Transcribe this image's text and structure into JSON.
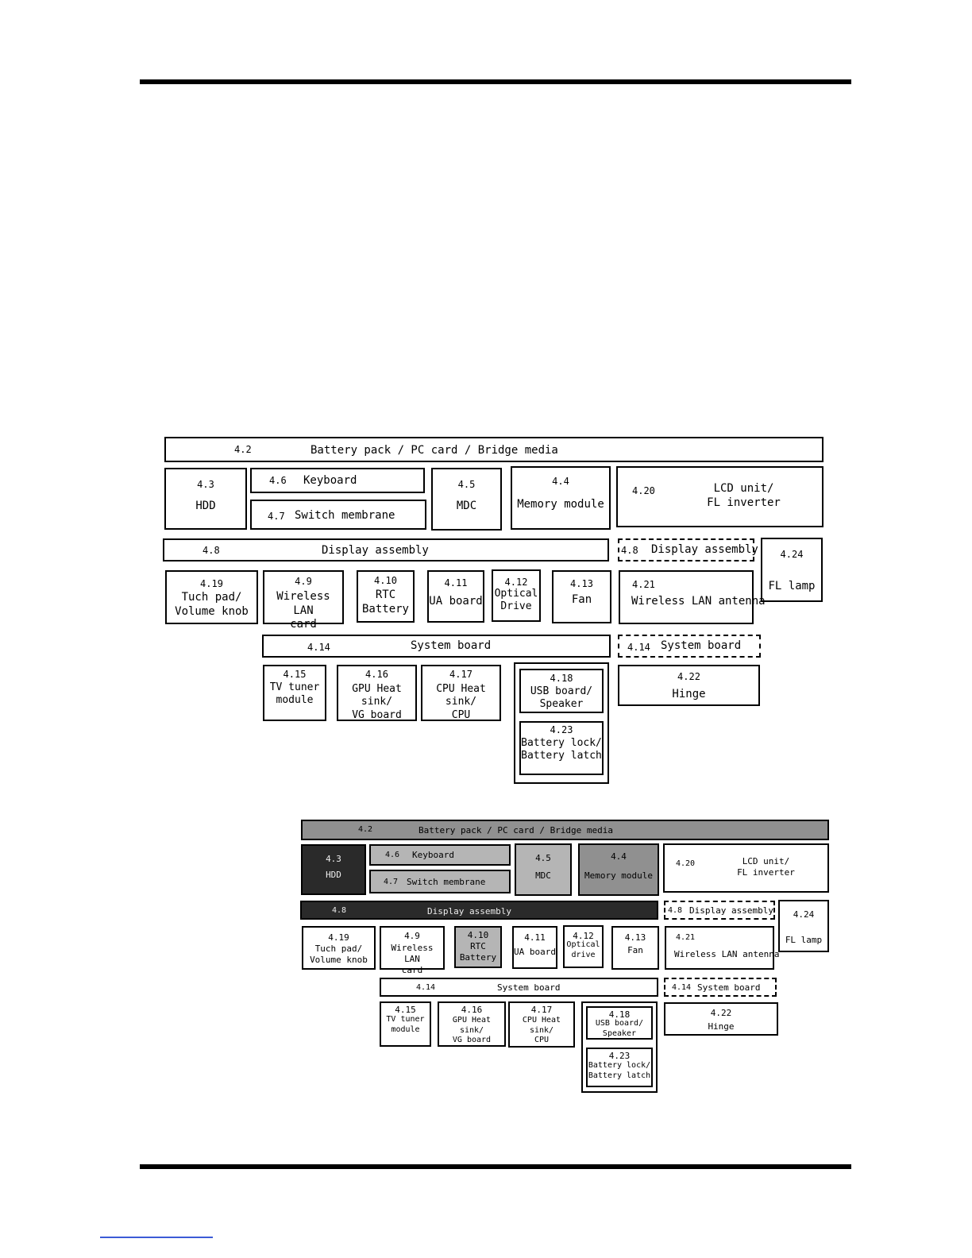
{
  "diagram_1": {
    "battery": {
      "num": "4.2",
      "label": "Battery pack / PC card / Bridge media"
    },
    "hdd": {
      "num": "4.3",
      "label": "HDD"
    },
    "keyboard": {
      "num": "4.6",
      "label": "Keyboard"
    },
    "switch_membrane": {
      "num": "4.7",
      "label": "Switch membrane"
    },
    "mdc": {
      "num": "4.5",
      "label": "MDC"
    },
    "memory": {
      "num": "4.4",
      "label": "Memory module"
    },
    "lcd": {
      "num": "4.20",
      "label": "LCD unit/\nFL inverter"
    },
    "display": {
      "num": "4.8",
      "label": "Display assembly"
    },
    "display_dashed": {
      "num": "4.8",
      "label": "Display assembly"
    },
    "fl_lamp": {
      "num": "4.24",
      "label": "FL lamp"
    },
    "touchpad": {
      "num": "4.19",
      "label": "Tuch pad/\nVolume knob"
    },
    "wlan_card": {
      "num": "4.9",
      "label": "Wireless LAN\ncard"
    },
    "rtc": {
      "num": "4.10",
      "label": "RTC\nBattery"
    },
    "ua_board": {
      "num": "4.11",
      "label": "UA board"
    },
    "optical": {
      "num": "4.12",
      "label": "Optical\nDrive"
    },
    "fan": {
      "num": "4.13",
      "label": "Fan"
    },
    "wlan_antenna": {
      "num": "4.21",
      "label": "Wireless LAN antenna"
    },
    "system_board": {
      "num": "4.14",
      "label": "System board"
    },
    "system_board_dashed": {
      "num": "4.14",
      "label": "System board"
    },
    "tv_tuner": {
      "num": "4.15",
      "label": "TV tuner\nmodule"
    },
    "gpu": {
      "num": "4.16",
      "label": "GPU Heat sink/\nVG board"
    },
    "cpu": {
      "num": "4.17",
      "label": "CPU Heat sink/\nCPU"
    },
    "usb": {
      "num": "4.18",
      "label": "USB board/\nSpeaker"
    },
    "battery_lock": {
      "num": "4.23",
      "label": "Battery lock/\nBattery latch"
    },
    "hinge": {
      "num": "4.22",
      "label": "Hinge"
    }
  },
  "diagram_2": {
    "battery": {
      "num": "4.2",
      "label": "Battery pack / PC card / Bridge media"
    },
    "hdd": {
      "num": "4.3",
      "label": "HDD"
    },
    "keyboard": {
      "num": "4.6",
      "label": "Keyboard"
    },
    "switch_membrane": {
      "num": "4.7",
      "label": "Switch membrane"
    },
    "mdc": {
      "num": "4.5",
      "label": "MDC"
    },
    "memory": {
      "num": "4.4",
      "label": "Memory module"
    },
    "lcd": {
      "num": "4.20",
      "label": "LCD unit/\nFL inverter"
    },
    "display": {
      "num": "4.8",
      "label": "Display assembly"
    },
    "display_dashed": {
      "num": "4.8",
      "label": "Display assembly"
    },
    "fl_lamp": {
      "num": "4.24",
      "label": "FL lamp"
    },
    "touchpad": {
      "num": "4.19",
      "label": "Tuch pad/\nVolume knob"
    },
    "wlan_card": {
      "num": "4.9",
      "label": "Wireless LAN\ncard"
    },
    "rtc": {
      "num": "4.10",
      "label": "RTC\nBattery"
    },
    "ua_board": {
      "num": "4.11",
      "label": "UA board"
    },
    "optical": {
      "num": "4.12",
      "label": "Optical\ndrive"
    },
    "fan": {
      "num": "4.13",
      "label": "Fan"
    },
    "wlan_antenna": {
      "num": "4.21",
      "label": "Wireless LAN antenna"
    },
    "system_board": {
      "num": "4.14",
      "label": "System board"
    },
    "system_board_dashed": {
      "num": "4.14",
      "label": "System board"
    },
    "tv_tuner": {
      "num": "4.15",
      "label": "TV tuner\nmodule"
    },
    "gpu": {
      "num": "4.16",
      "label": "GPU Heat sink/\nVG board"
    },
    "cpu": {
      "num": "4.17",
      "label": "CPU Heat sink/\nCPU"
    },
    "usb": {
      "num": "4.18",
      "label": "USB board/\nSpeaker"
    },
    "battery_lock": {
      "num": "4.23",
      "label": "Battery lock/\nBattery latch"
    },
    "hinge": {
      "num": "4.22",
      "label": "Hinge"
    }
  }
}
